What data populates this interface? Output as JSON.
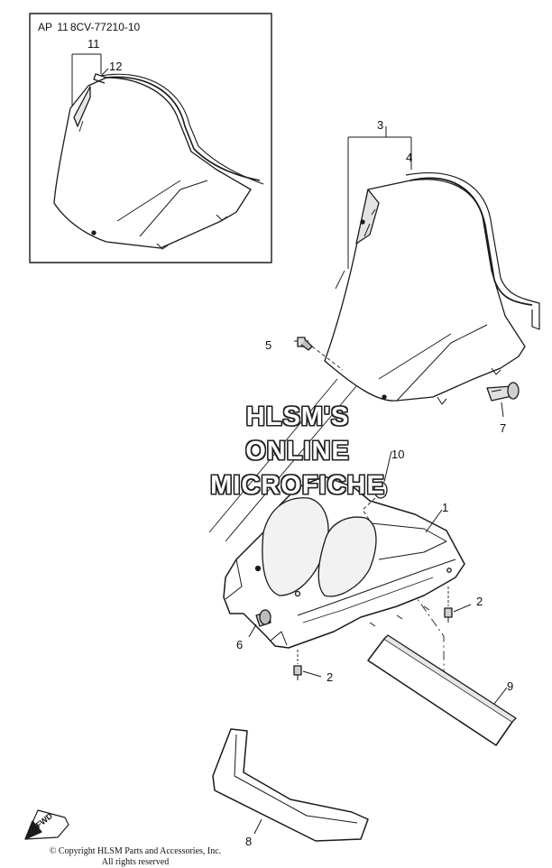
{
  "inset": {
    "ap_label": "AP",
    "ap_number": "11",
    "part_number": "8CV-77210-10",
    "callouts": {
      "c11": "11",
      "c12": "12"
    }
  },
  "callouts": {
    "c1": "1",
    "c2a": "2",
    "c2b": "2",
    "c3": "3",
    "c4": "4",
    "c5": "5",
    "c6": "6",
    "c7": "7",
    "c8": "8",
    "c9": "9",
    "c10": "10"
  },
  "watermark": {
    "line1": "HLSM'S",
    "line2": "ONLINE",
    "line3": "MICROFICHE"
  },
  "fwd_marker": "FWD",
  "copyright": {
    "line1": "© Copyright HLSM Parts and Accessories, Inc.",
    "line2": "All rights reserved"
  },
  "colors": {
    "line": "#1a1a1a",
    "shade": "#cfcfcf",
    "background": "#ffffff"
  }
}
